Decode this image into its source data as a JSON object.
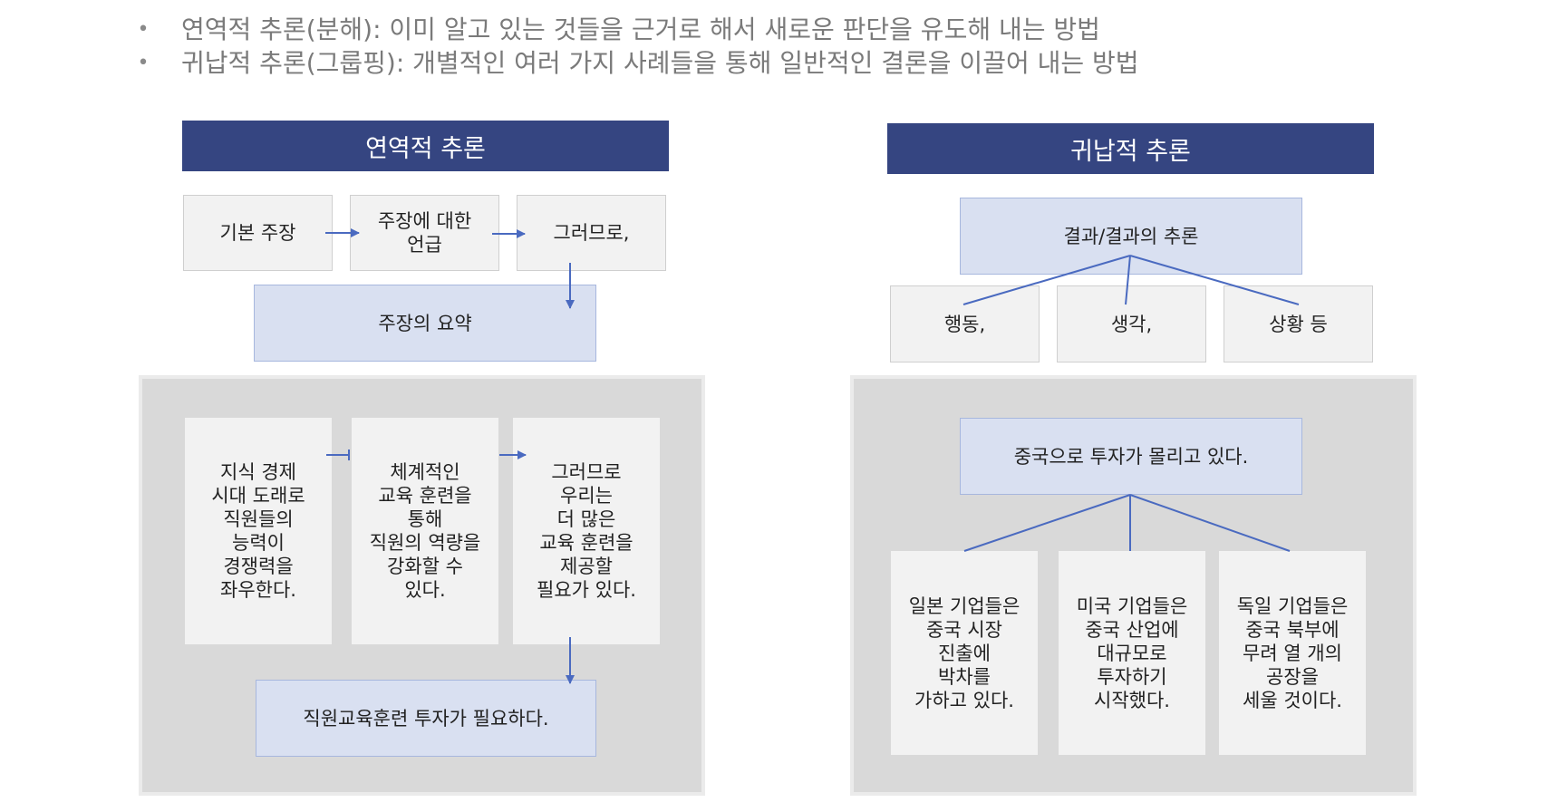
{
  "bullets": [
    "연역적 추론(분해): 이미 알고 있는 것들을 근거로 해서 새로운 판단을 유도해 내는 방법",
    "귀납적 추론(그룹핑): 개별적인 여러 가지 사례들을 통해 일반적인 결론을 이끌어 내는 방법"
  ],
  "deductive": {
    "header": "연역적 추론",
    "step1": "기본 주장",
    "step2": "주장에 대한\n언급",
    "step3": "그러므로,",
    "summary": "주장의 요약",
    "example": {
      "step1": "지식 경제\n시대 도래로\n직원들의\n능력이\n경쟁력을\n좌우한다.",
      "step2": "체계적인\n교육 훈련을\n통해\n직원의 역량을\n강화할 수\n있다.",
      "step3": "그러므로\n우리는\n더 많은\n교육 훈련을\n제공할\n필요가 있다.",
      "conclusion": "직원교육훈련 투자가 필요하다."
    }
  },
  "inductive": {
    "header": "귀납적 추론",
    "result": "결과/결과의 추론",
    "case1": "행동,",
    "case2": "생각,",
    "case3": "상황 등",
    "example": {
      "conclusion": "중국으로 투자가 몰리고 있다.",
      "case1": "일본 기업들은\n중국 시장\n진출에\n박차를\n가하고 있다.",
      "case2": "미국 기업들은\n중국 산업에\n대규모로\n투자하기\n시작했다.",
      "case3": "독일 기업들은\n중국 북부에\n무려 열 개의\n공장을\n세울 것이다."
    }
  },
  "colors": {
    "header_bg": "#354581",
    "arrow": "#4a6ac0",
    "box_blue": "#d9e0f1",
    "box_gray": "#f2f2f2",
    "panel": "#d9d9d9"
  }
}
